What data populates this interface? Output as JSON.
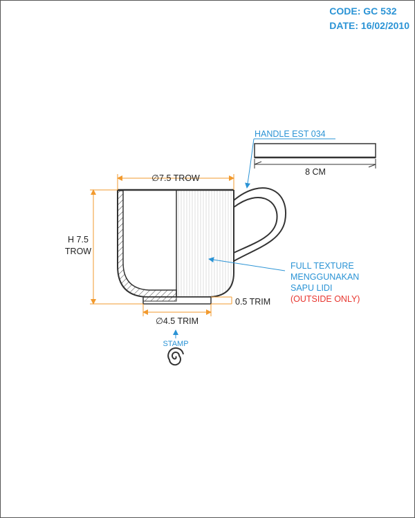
{
  "header": {
    "code": "CODE: GC 532",
    "date": "DATE: 16/02/2010"
  },
  "dimensions": {
    "top_diameter": "∅7.5 TROW",
    "height_line1": "H 7.5",
    "height_line2": "TROW",
    "base_trim": "0.5 TRIM",
    "foot_diameter": "∅4.5 TRIM",
    "handle_length": "8 CM"
  },
  "notes": {
    "handle": "HANDLE EST 034",
    "texture_line1": "FULL TEXTURE",
    "texture_line2": "MENGGUNAKAN",
    "texture_line3": "SAPU LIDI",
    "texture_line4": "(OUTSIDE ONLY)",
    "stamp": "STAMP"
  },
  "colors": {
    "dimension": "#f29a2e",
    "note": "#2a93d5",
    "warning": "#e8352e",
    "outline": "#333333"
  }
}
